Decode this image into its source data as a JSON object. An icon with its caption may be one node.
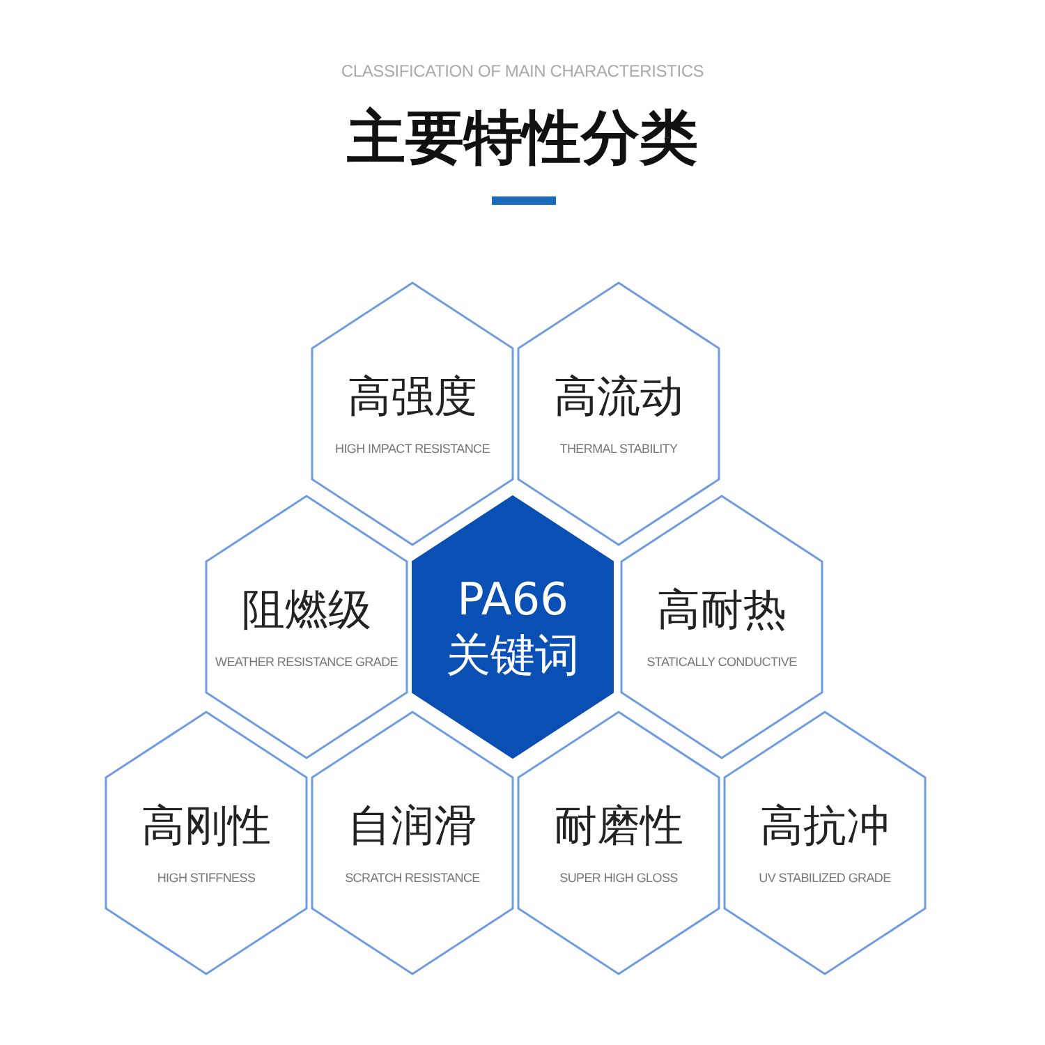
{
  "diagram": {
    "title": "主要特性分类",
    "nodes": [
      {
        "text": [
          "高强度",
          "HIGH IMPACT RESISTANCE"
        ]
      },
      {
        "text": [
          "高流动",
          "THERMAL STABILITY"
        ]
      },
      {
        "text": [
          "阻燃级",
          "WEATHER RESISTANCE GRADE"
        ]
      },
      {
        "text": [
          "PA66",
          "关键词"
        ]
      },
      {
        "text": [
          "高耐热",
          "STATICALLY CONDUCTIVE"
        ]
      },
      {
        "text": [
          "高刚性",
          "HIGH STIFFNESS"
        ]
      },
      {
        "text": [
          "自润滑",
          "SCRATCH RESISTANCE"
        ]
      },
      {
        "text": [
          "耐磨性",
          "SUPER HIGH GLOSS"
        ]
      },
      {
        "text": [
          "高抗冲",
          "UV STABILIZED GRADE"
        ]
      }
    ],
    "labels": [
      "CLASSIFICATION OF MAIN CHARACTERISTICS"
    ]
  }
}
